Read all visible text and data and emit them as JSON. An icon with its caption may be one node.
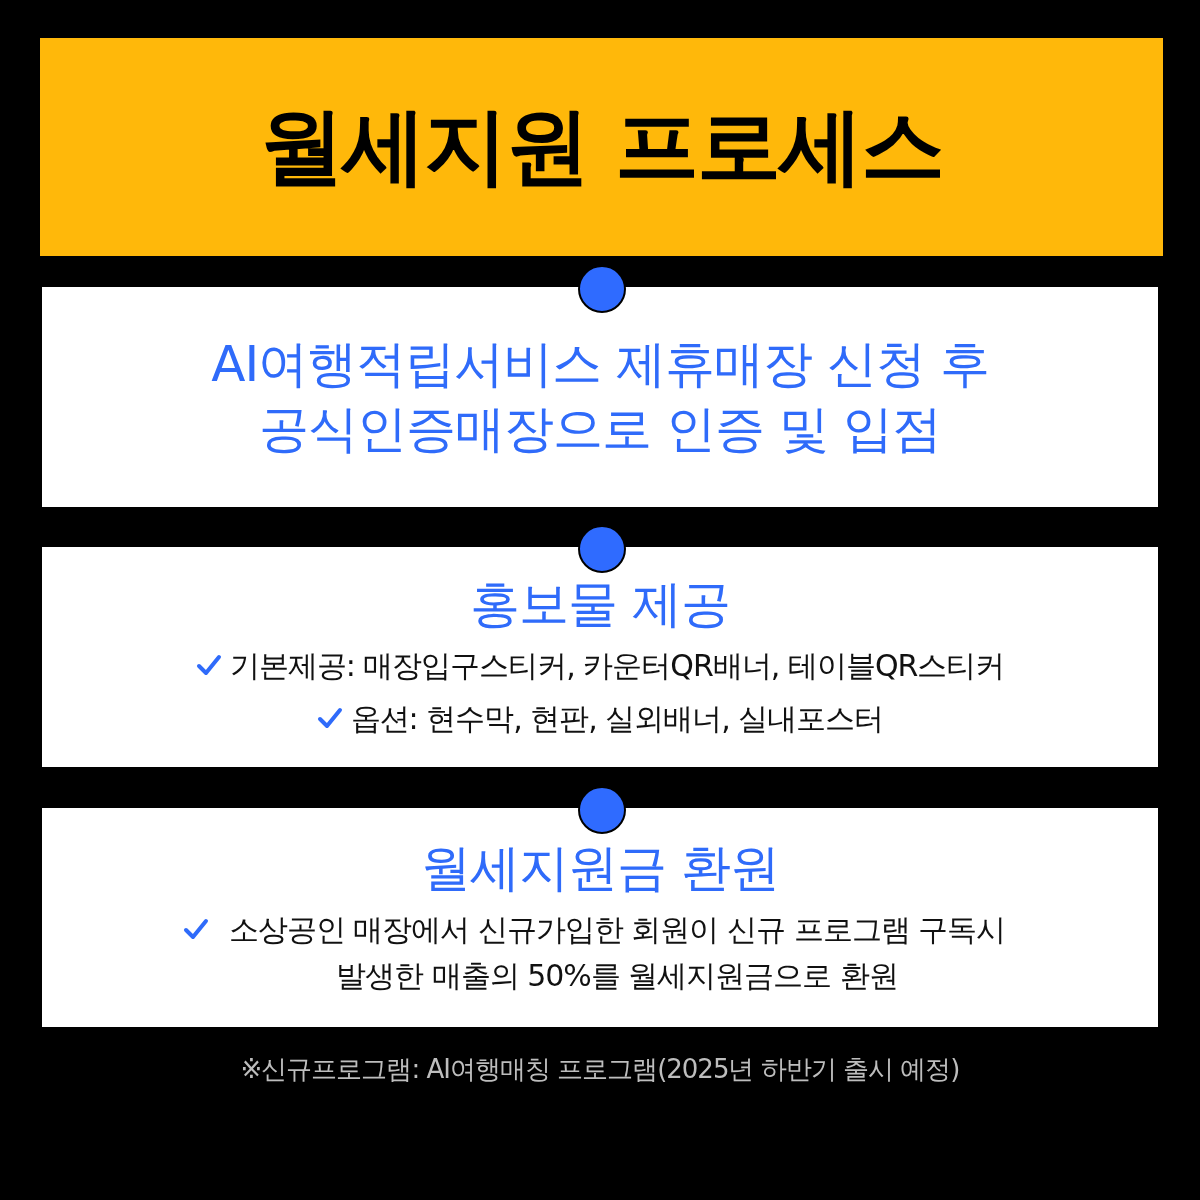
{
  "diagram": {
    "nodes": [
      {
        "text": [
          "월세지원 프로세스"
        ]
      },
      {
        "text": [
          "AI여행적립서비스 제휴매장 신청 후 공식인증매장으로 인증 및 입점"
        ]
      },
      {
        "text": [
          "홍보물 제공",
          "기본제공: 매장입구스티커, 카운터QR배너, 테이블QR스티커",
          "옵션: 현수막, 현판, 실외배너, 실내포스터"
        ]
      },
      {
        "text": [
          "월세지원금 환원",
          "소상공인 매장에서 신규가입한 회원이 신규 프로그램 구독시 발생한 매출의 50%를 월세지원금으로 환원"
        ]
      }
    ],
    "labels": [
      "※신규프로그램: AI여행매칭 프로그램(2025년 하반기 출시 예정)"
    ]
  }
}
